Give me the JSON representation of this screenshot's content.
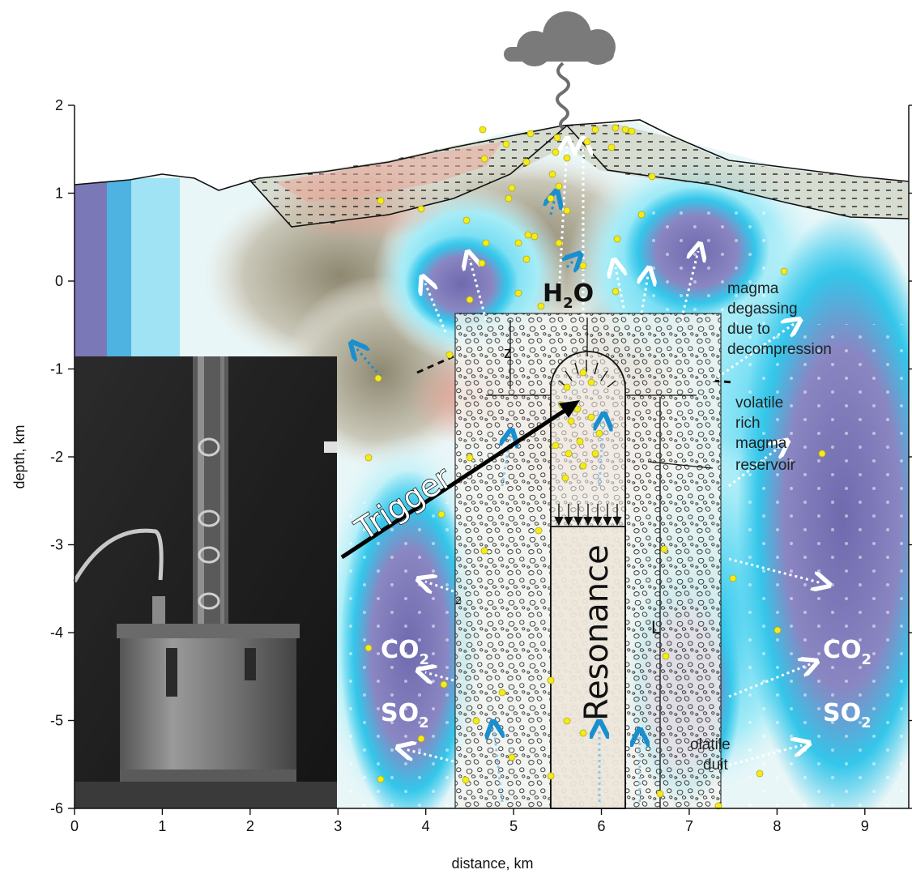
{
  "axes": {
    "xlabel": "distance, km",
    "ylabel": "depth, km",
    "x_ticks": [
      "0",
      "1",
      "2",
      "3",
      "4",
      "5",
      "6",
      "7",
      "8",
      "9"
    ],
    "y_ticks": [
      "2",
      "1",
      "0",
      "-1",
      "-2",
      "-3",
      "-4",
      "-5",
      "-6"
    ],
    "xlim": [
      0,
      9.5
    ],
    "ylim": [
      -6,
      2
    ]
  },
  "labels": {
    "h2o": "H",
    "h2o_sub": "2",
    "h2o_o": "O",
    "trigger": "Trigger",
    "resonance": "Resonance",
    "co2_left": "CO",
    "co2_left_sub": "2",
    "so2_left": "SO",
    "so2_left_sub": "2",
    "co2_right": "CO",
    "co2_right_sub": "2",
    "so2_right": "SO",
    "so2_right_sub": "2",
    "degassing_1": "magma",
    "degassing_2": "degassing",
    "degassing_3": "due to",
    "degassing_4": "decompression",
    "reservoir_1": "volatile",
    "reservoir_2": "rich",
    "reservoir_3": "magma",
    "reservoir_4": "reservoir",
    "conduit_1": "olatile",
    "conduit_2": "duit",
    "dim_z": "z",
    "dim_l": "L",
    "dim_small": "2"
  },
  "colors": {
    "deep_purple": "#7b78b8",
    "cyan": "#29c6e8",
    "light_cyan": "#a8ecf6",
    "olive": "#8f8a72",
    "pink": "#d89a8a",
    "yellow_dot": "#f4ec1a"
  }
}
